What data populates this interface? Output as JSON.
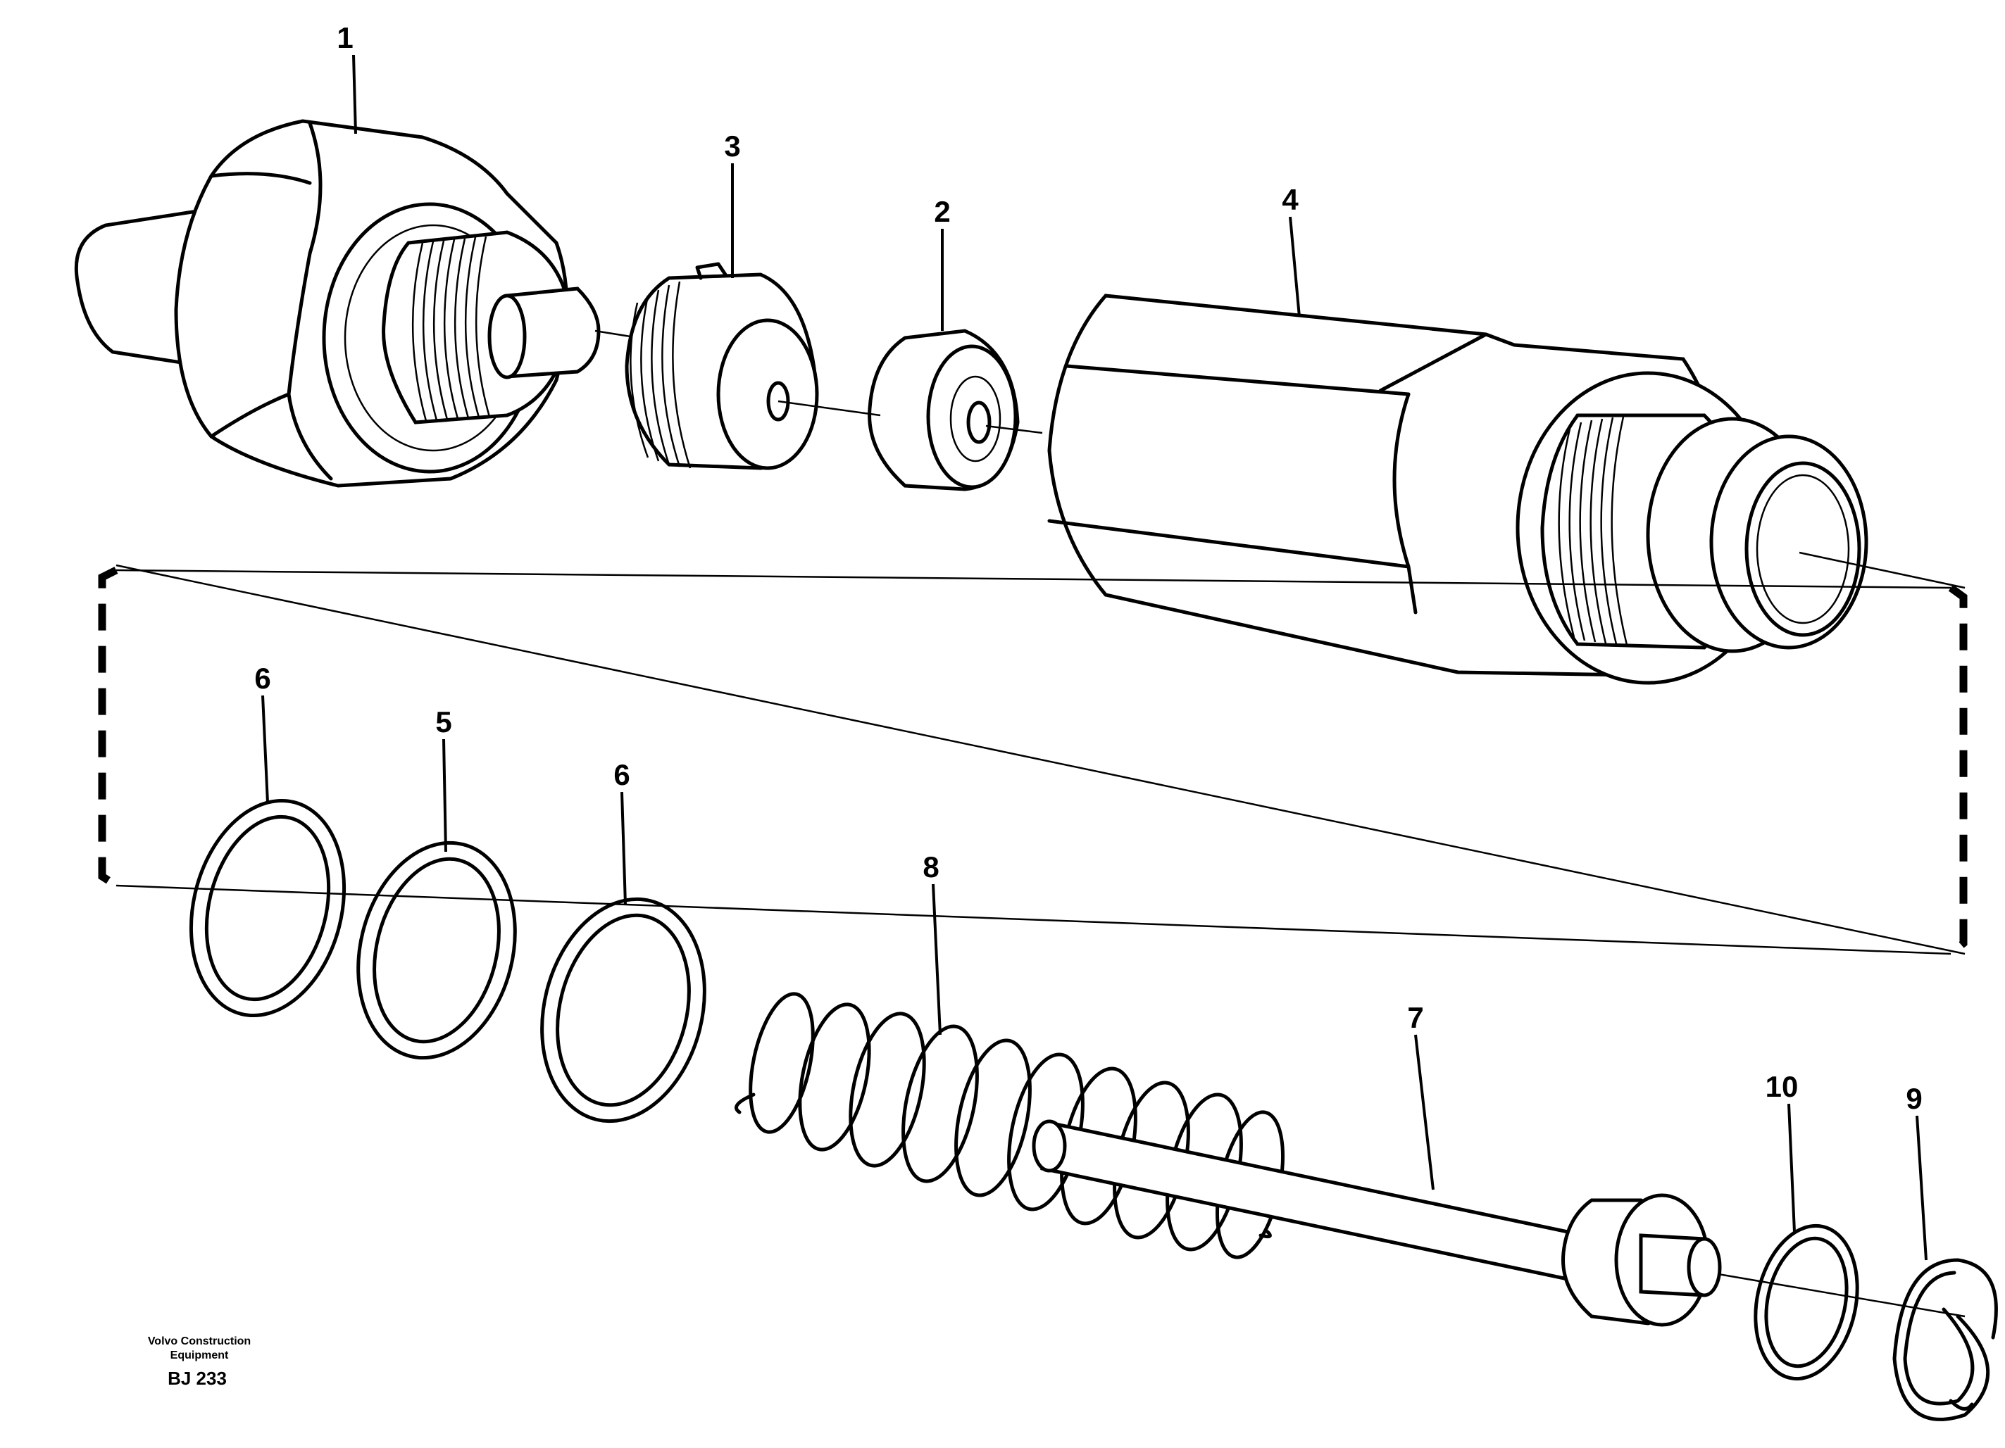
{
  "callouts": {
    "c1": "1",
    "c2": "2",
    "c3": "3",
    "c4": "4",
    "c5": "5",
    "c6a": "6",
    "c6b": "6",
    "c7": "7",
    "c8": "8",
    "c9": "9",
    "c10": "10"
  },
  "footer": {
    "brand_line1": "Volvo Construction",
    "brand_line2": "Equipment",
    "code": "BJ 233"
  }
}
